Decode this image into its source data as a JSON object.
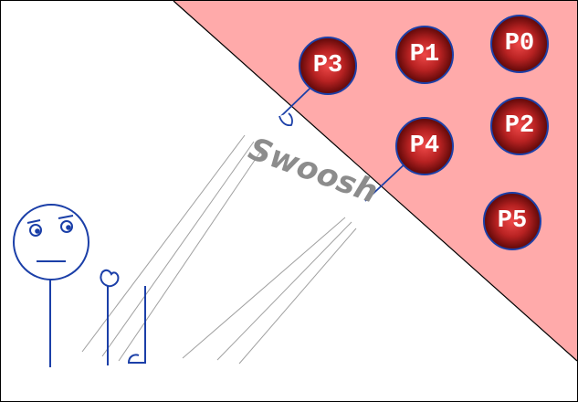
{
  "diagram": {
    "caption": "Swoosh",
    "balls": [
      "P3",
      "P1",
      "P0",
      "P4",
      "P2",
      "P5"
    ]
  },
  "colors": {
    "region_fill": "#ffaaaa",
    "ball_core": "#ee4848",
    "ball_edge": "#5e0808",
    "ball_stroke": "#1b3fa8",
    "ink": "#1b3fa8",
    "motion_lines": "#a0a0a0",
    "caption": "#8c8c8c"
  }
}
